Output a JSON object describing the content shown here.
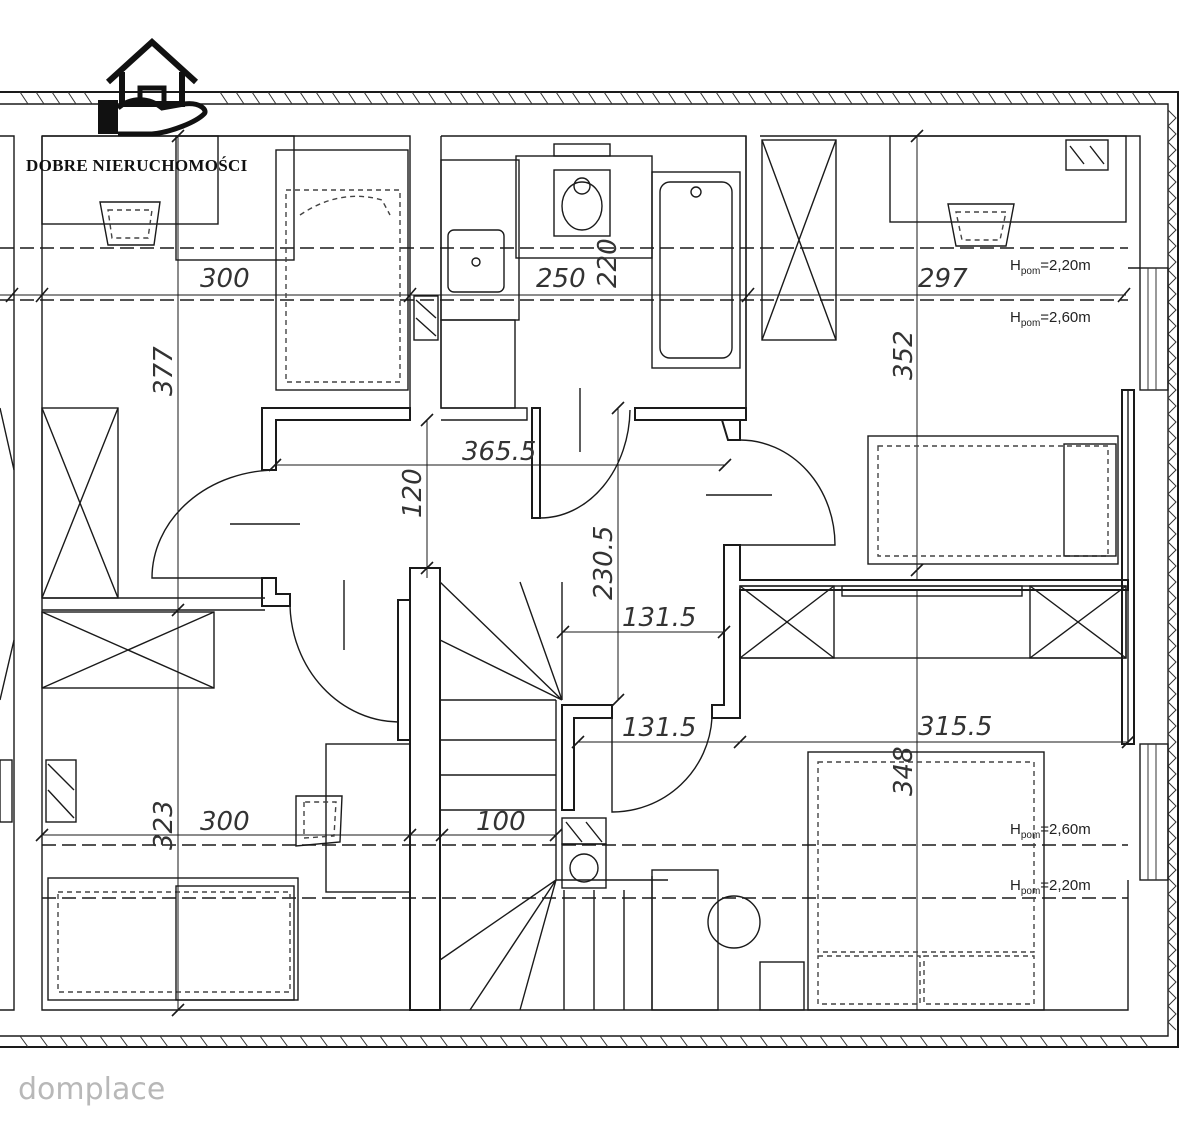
{
  "brand": {
    "name": "DOBRE NIERUCHOMOŚCI",
    "logo_icon": "house-in-hand-icon"
  },
  "watermark": "domplace",
  "dimensions": {
    "d300_top": "300",
    "d250": "250",
    "d220": "220",
    "d297": "297",
    "d377": "377",
    "d352": "352",
    "d365_5": "365.5",
    "d120": "120",
    "d230_5": "230.5",
    "d131_5_a": "131.5",
    "d131_5_b": "131.5",
    "d315_5": "315.5",
    "d323": "323",
    "d300_bottom": "300",
    "d100": "100",
    "d348": "348"
  },
  "heights": [
    {
      "h": "H",
      "sub": "pom",
      "val": "=2,20m"
    },
    {
      "h": "H",
      "sub": "pom",
      "val": "=2,60m"
    },
    {
      "h": "H",
      "sub": "pom",
      "val": "=2,60m"
    },
    {
      "h": "H",
      "sub": "pom",
      "val": "=2,20m"
    }
  ]
}
